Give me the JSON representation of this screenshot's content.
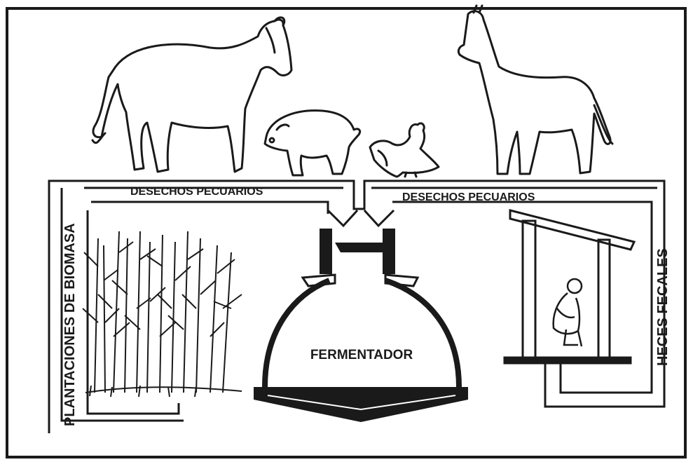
{
  "labels": {
    "waste_left": "DESECHOS PECUARIOS",
    "waste_right": "DESECHOS PECUARIOS",
    "biomass": "PLANTACIONES DE BIOMASA",
    "feces": "HECES FECALES",
    "digester": "FERMENTADOR"
  },
  "icons": [
    "cow-icon",
    "pig-icon",
    "chicken-icon",
    "horse-icon",
    "plants-icon",
    "latrine-icon",
    "person-icon",
    "digester-icon"
  ],
  "colors": {
    "ink": "#1a1a1a",
    "paper": "#ffffff"
  }
}
